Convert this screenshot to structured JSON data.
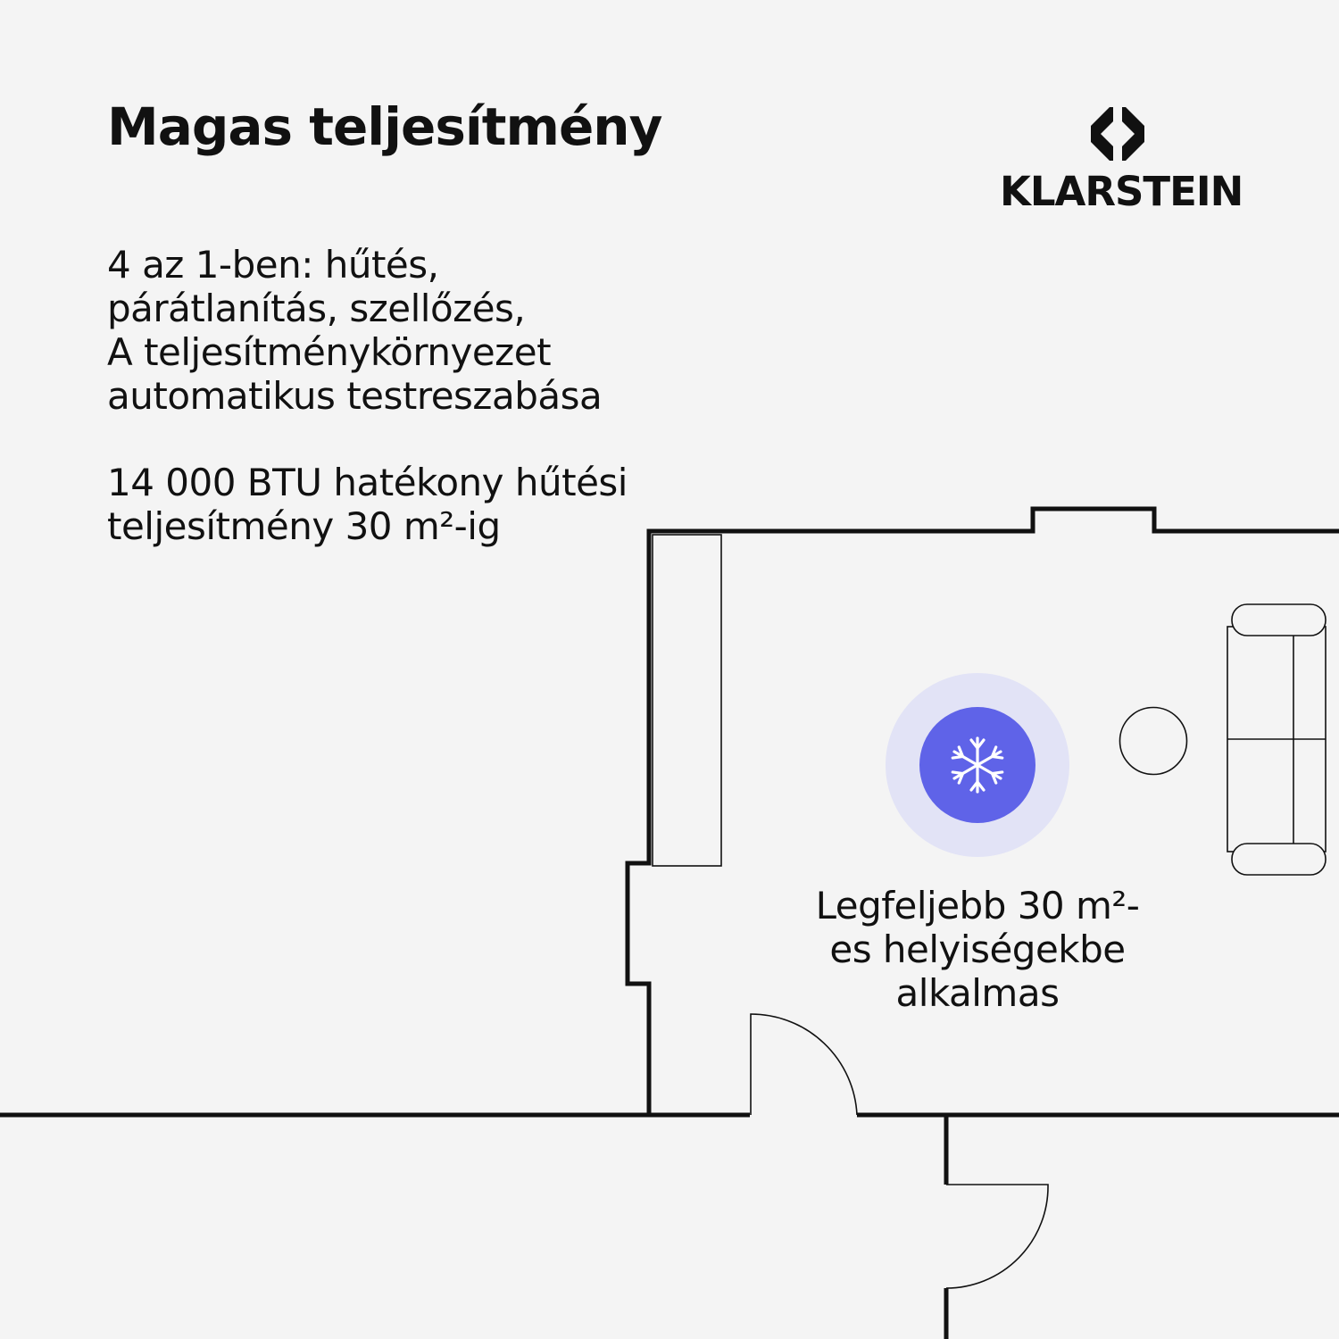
{
  "headline": "Magas teljesítmény",
  "features": {
    "modes_lines": [
      "4 az 1-ben: hűtés,",
      "párátlanítás, szellőzés,",
      "A teljesítménykörnyezet",
      "automatikus testreszabása"
    ],
    "capacity_lines": [
      "14 000 BTU hatékony hűtési",
      "teljesítmény 30 m²-ig"
    ]
  },
  "brand": {
    "name": "KLARSTEIN"
  },
  "floorplan": {
    "unit_icon": "snowflake-icon",
    "caption_lines": [
      "Legfeljebb 30 m²-",
      "es helyiségekbe",
      "alkalmas"
    ]
  },
  "colors": {
    "background": "#f4f4f4",
    "text": "#111111",
    "accent": "#5f63e8",
    "accent_halo": "#e2e3f6"
  }
}
